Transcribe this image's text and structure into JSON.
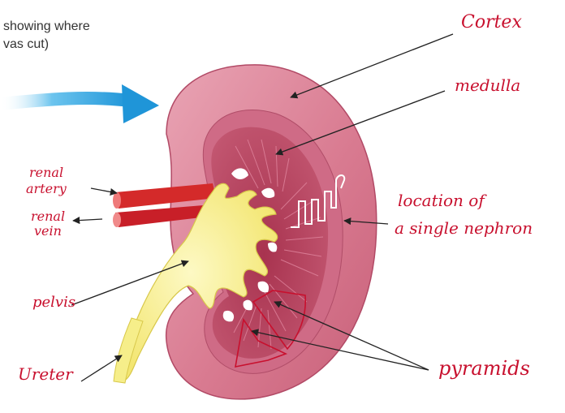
{
  "caption": {
    "line1": "showing where",
    "line2": "vas cut)"
  },
  "labels": {
    "cortex": "Cortex",
    "medulla": "medulla",
    "renal_artery_1": "renal",
    "renal_artery_2": "artery",
    "renal_vein_1": "renal",
    "renal_vein_2": "vein",
    "nephron_1": "location of",
    "nephron_2": "a single nephron",
    "pelvis": "pelvis",
    "ureter": "Ureter",
    "pyramids": "pyramids"
  },
  "colors": {
    "annotation": "#c8102e",
    "cortex": "#d9788f",
    "medulla": "#b8435f",
    "pelvis": "#f6ee8a",
    "artery": "#d42a2a",
    "arrow": "#38a9e0"
  }
}
